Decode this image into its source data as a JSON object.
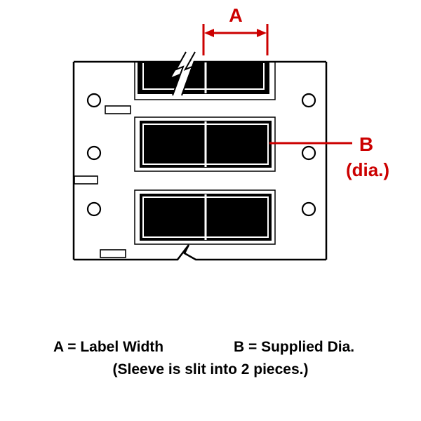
{
  "colors": {
    "accent_red": "#cc0000",
    "ink_black": "#000000",
    "background": "#ffffff"
  },
  "diagram": {
    "dimension_a_label": "A",
    "dimension_b_label": "B",
    "dimension_b_sub_label": "(dia.)"
  },
  "legend": {
    "a_definition": "A = Label Width",
    "b_definition": "B = Supplied Dia.",
    "note": "(Sleeve is slit into 2 pieces.)"
  }
}
